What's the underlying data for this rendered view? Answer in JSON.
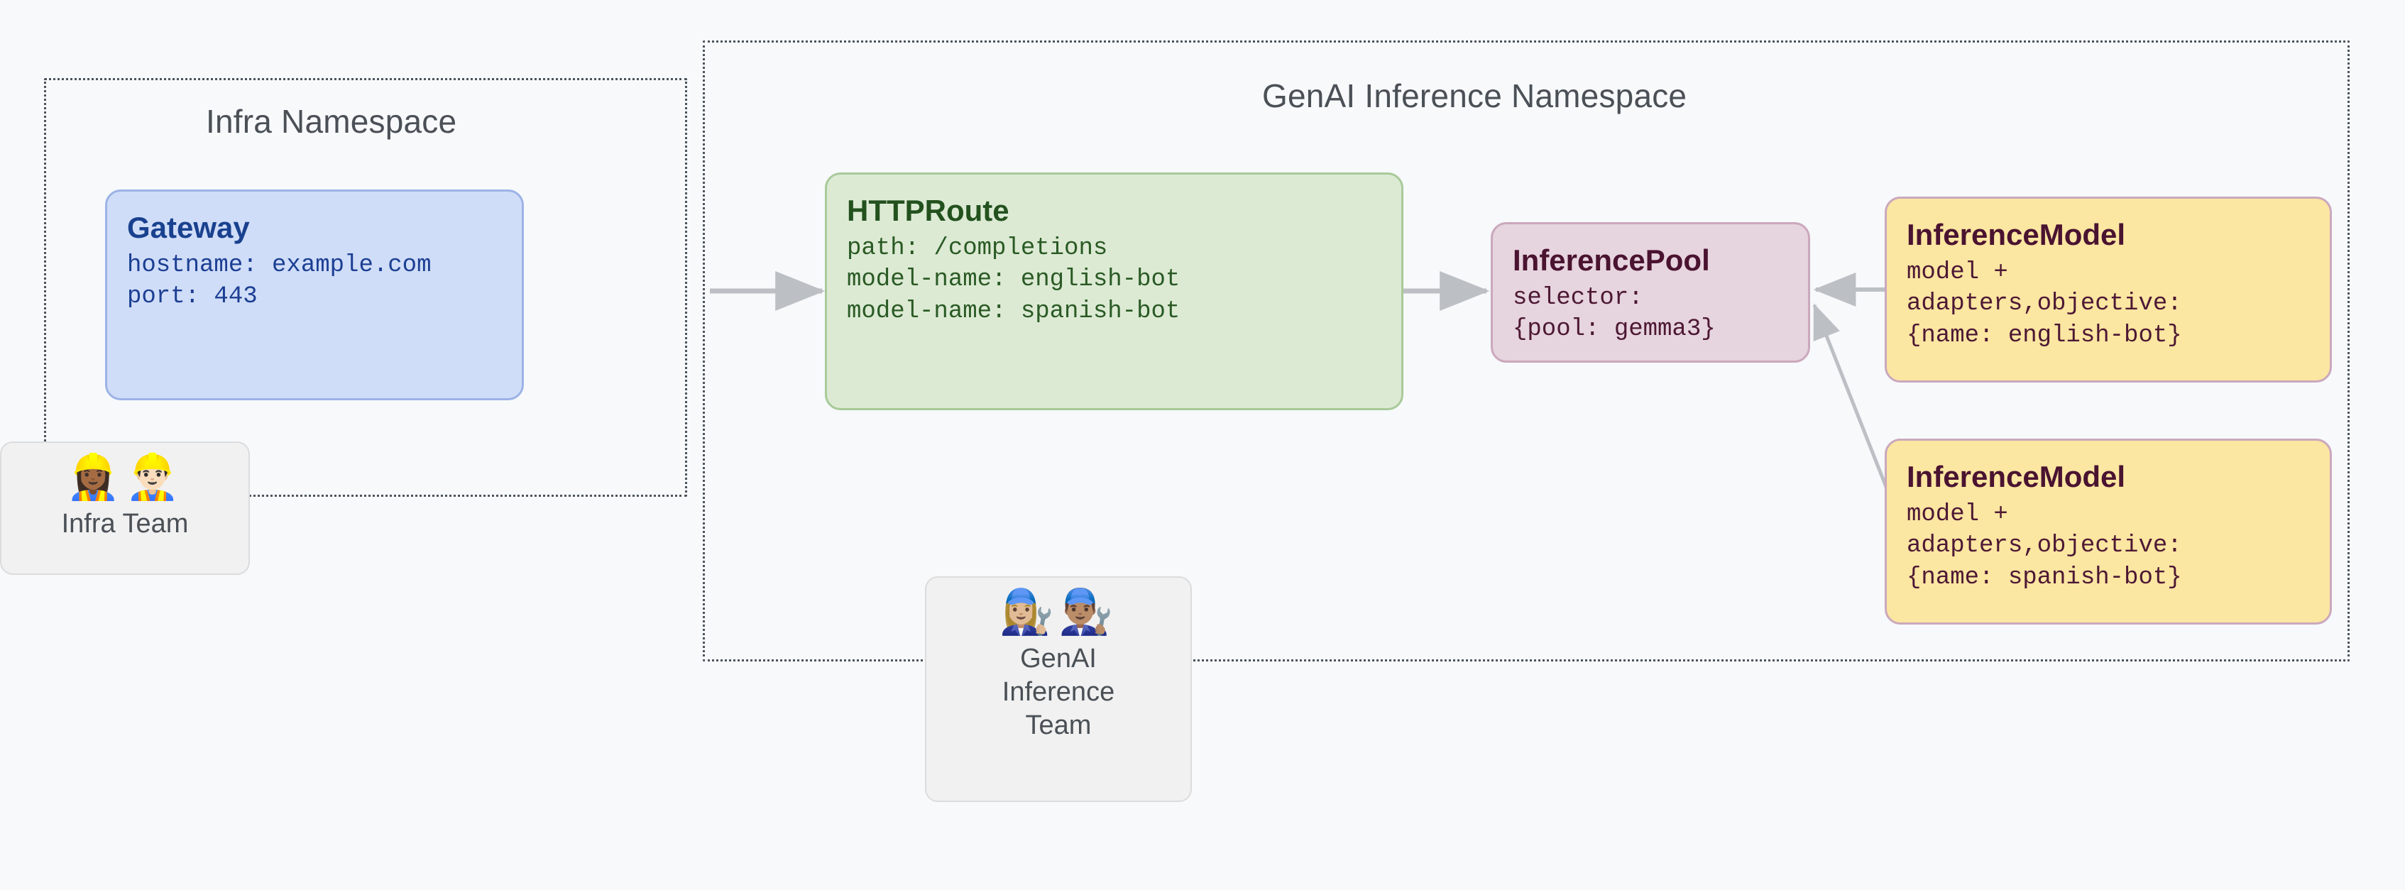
{
  "diagram": {
    "background_color": "#f7f9fb",
    "namespaces": [
      {
        "id": "infra",
        "title": "Infra Namespace"
      },
      {
        "id": "genai",
        "title": "GenAI Inference Namespace"
      }
    ],
    "resources": {
      "gateway": {
        "kind": "Gateway",
        "lines": [
          "hostname: example.com",
          "port: 443"
        ],
        "fill": "#d0ddf8",
        "border": "#9db3e7"
      },
      "httproute": {
        "kind": "HTTPRoute",
        "lines": [
          "path: /completions",
          "model-name: english-bot",
          "model-name: spanish-bot"
        ],
        "fill": "#dcead4",
        "border": "#a8ca99"
      },
      "inferencepool": {
        "kind": "InferencePool",
        "lines": [
          "selector:",
          "{pool: gemma3}"
        ],
        "fill": "#e6d4de",
        "border": "#cba8bd"
      },
      "inferencemodel_english": {
        "kind": "InferenceModel",
        "lines": [
          "model +",
          "adapters,objective:",
          "{name: english-bot}"
        ],
        "fill": "#fbe6a2",
        "border": "#cba8bd"
      },
      "inferencemodel_spanish": {
        "kind": "InferenceModel",
        "lines": [
          "model +",
          "adapters,objective:",
          "{name: spanish-bot}"
        ],
        "fill": "#fbe6a2",
        "border": "#cba8bd"
      }
    },
    "teams": [
      {
        "id": "infra-team",
        "label": "Infra Team",
        "emojis": "👷🏾‍♀️👷🏻‍♂️",
        "emoji_names": [
          "woman-construction-worker-icon",
          "man-construction-worker-icon"
        ]
      },
      {
        "id": "genai-inference-team",
        "label": "GenAI\nInference\nTeam",
        "emojis": "👩🏼‍🔧👨🏽‍🔧",
        "emoji_names": [
          "woman-mechanic-icon",
          "man-mechanic-icon"
        ]
      }
    ],
    "connections": [
      {
        "id": "gateway-to-httproute",
        "from": "gateway",
        "to": "httproute",
        "style": "solid-arrow",
        "color": "#bcc0c4"
      },
      {
        "id": "httproute-to-inferencepool",
        "from": "httproute",
        "to": "inferencepool",
        "style": "solid-arrow",
        "color": "#bcc0c4"
      },
      {
        "id": "inferencemodel-english-to-inferencepool",
        "from": "inferencemodel_english",
        "to": "inferencepool",
        "style": "solid-arrow",
        "color": "#bcc0c4"
      },
      {
        "id": "inferencemodel-spanish-to-inferencepool",
        "from": "inferencemodel_spanish",
        "to": "inferencepool",
        "style": "solid-arrow",
        "color": "#bcc0c4"
      }
    ]
  }
}
